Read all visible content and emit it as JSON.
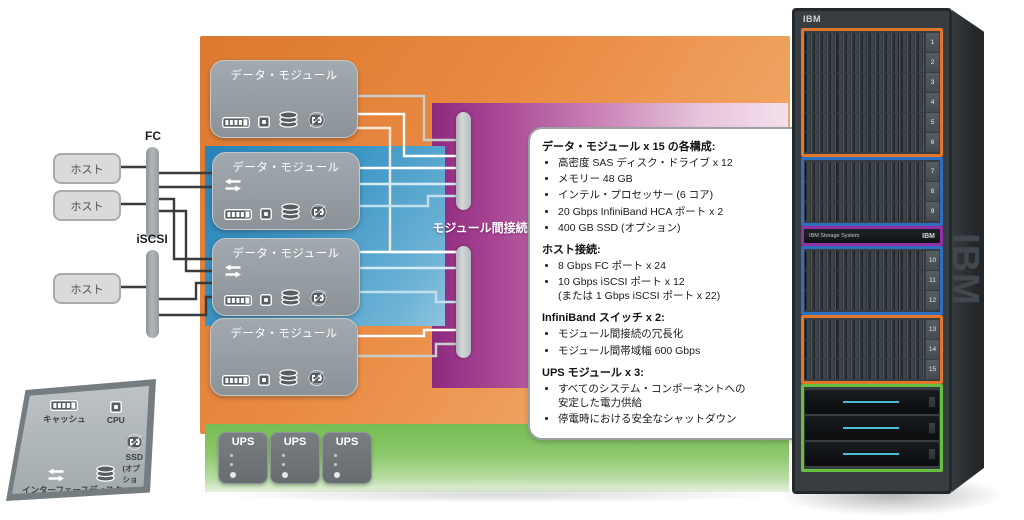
{
  "colors": {
    "panel_orange": "#E88A42",
    "panel_blue": "#3F97C6",
    "panel_purple": "#8E2A7E",
    "panel_green": "#77BD53",
    "rack_outline_orange": "#E2762A",
    "rack_outline_blue": "#2F6FC1",
    "rack_outline_purple": "#9330A8",
    "rack_outline_green": "#66BF3E"
  },
  "hosts": {
    "label": "ホスト"
  },
  "switches": {
    "fc": "FC",
    "iscsi": "iSCSI"
  },
  "modules": {
    "title": "データ・モジュール"
  },
  "interconnect": {
    "label": "モジュール間接続"
  },
  "ups": {
    "label": "UPS"
  },
  "legend": {
    "rows": [
      [
        {
          "icon": "cache-icon",
          "type": "cache",
          "label": "キャッシュ"
        },
        {
          "icon": "cpu-icon",
          "type": "cpu",
          "label": "CPU"
        }
      ],
      [
        {
          "icon": "interface-icon",
          "type": "interface",
          "label": "インターフェース"
        },
        {
          "icon": "disk-icon",
          "type": "disk",
          "label": "ディスク"
        },
        {
          "icon": "ssd-icon",
          "type": "ssd",
          "label": "SSD",
          "note": "(オプション)"
        }
      ]
    ]
  },
  "callout": {
    "sections": [
      {
        "heading": "データ・モジュール x 15 の各構成:",
        "bullets": [
          "高密度 SAS ディスク・ドライブ x 12",
          "メモリー 48 GB",
          "インテル・プロセッサー (6 コア)",
          "20 Gbps InfiniBand HCA ポート x 2",
          "400 GB SSD (オプション)"
        ]
      },
      {
        "heading": "ホスト接続:",
        "bullets": [
          "8 Gbps FC ポート x 24",
          "10 Gbps iSCSI ポート x 12\n(または 1 Gbps iSCSI ポート x 22)"
        ]
      },
      {
        "heading": "InfiniBand スイッチ x 2:",
        "bullets": [
          "モジュール間接続の冗長化",
          "モジュール間帯域幅 600 Gbps"
        ]
      },
      {
        "heading": "UPS モジュール x 3:",
        "bullets": [
          "すべてのシステム・コンポーネントへの\n安定した電力供給",
          "停電時における安全なシャットダウン"
        ]
      }
    ]
  },
  "rack": {
    "brand": "IBM",
    "side_brand": "IBM",
    "groups": [
      {
        "type": "rows",
        "outline": "#E2762A",
        "numbers": [
          "1",
          "2",
          "3",
          "4",
          "5",
          "6"
        ]
      },
      {
        "type": "rows",
        "outline": "#2F6FC1",
        "numbers": [
          "7",
          "8",
          "9"
        ]
      },
      {
        "type": "label",
        "outline": "#9330A8",
        "label": "IBM Storage System",
        "brand": "IBM"
      },
      {
        "type": "rows",
        "outline": "#2F6FC1",
        "numbers": [
          "10",
          "11",
          "12"
        ]
      },
      {
        "type": "rows",
        "outline": "#E2762A",
        "numbers": [
          "13",
          "14",
          "15"
        ]
      },
      {
        "type": "ups",
        "outline": "#66BF3E",
        "count": 3
      }
    ]
  }
}
